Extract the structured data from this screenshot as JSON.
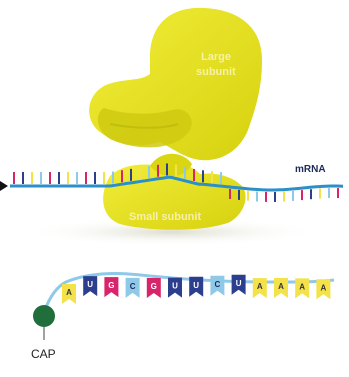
{
  "diagram": {
    "large_subunit_line1": "Large",
    "large_subunit_line2": "subunit",
    "small_subunit_label": "Small subunit",
    "mrna_label": "mRNA",
    "cap_label": "CAP",
    "bases": [
      {
        "letter": "A",
        "color": "#f3e24a",
        "text": "#333333"
      },
      {
        "letter": "U",
        "color": "#2c3f8f",
        "text": "#ffffff"
      },
      {
        "letter": "G",
        "color": "#d8246a",
        "text": "#ffffff"
      },
      {
        "letter": "C",
        "color": "#8fc9e8",
        "text": "#1d2a5a"
      },
      {
        "letter": "G",
        "color": "#d8246a",
        "text": "#ffffff"
      },
      {
        "letter": "U",
        "color": "#2c3f8f",
        "text": "#ffffff"
      },
      {
        "letter": "U",
        "color": "#2c3f8f",
        "text": "#ffffff"
      },
      {
        "letter": "C",
        "color": "#8fc9e8",
        "text": "#1d2a5a"
      },
      {
        "letter": "U",
        "color": "#2c3f8f",
        "text": "#ffffff"
      },
      {
        "letter": "A",
        "color": "#f3e24a",
        "text": "#333333"
      },
      {
        "letter": "A",
        "color": "#f3e24a",
        "text": "#333333"
      },
      {
        "letter": "A",
        "color": "#f3e24a",
        "text": "#333333"
      },
      {
        "letter": "A",
        "color": "#f3e24a",
        "text": "#333333"
      }
    ],
    "colors": {
      "ribosome": "#e6e21a",
      "ribosome_shade": "#c9c40d",
      "mrna_strand": "#2b8fc9",
      "cap": "#1f6e3c"
    }
  }
}
